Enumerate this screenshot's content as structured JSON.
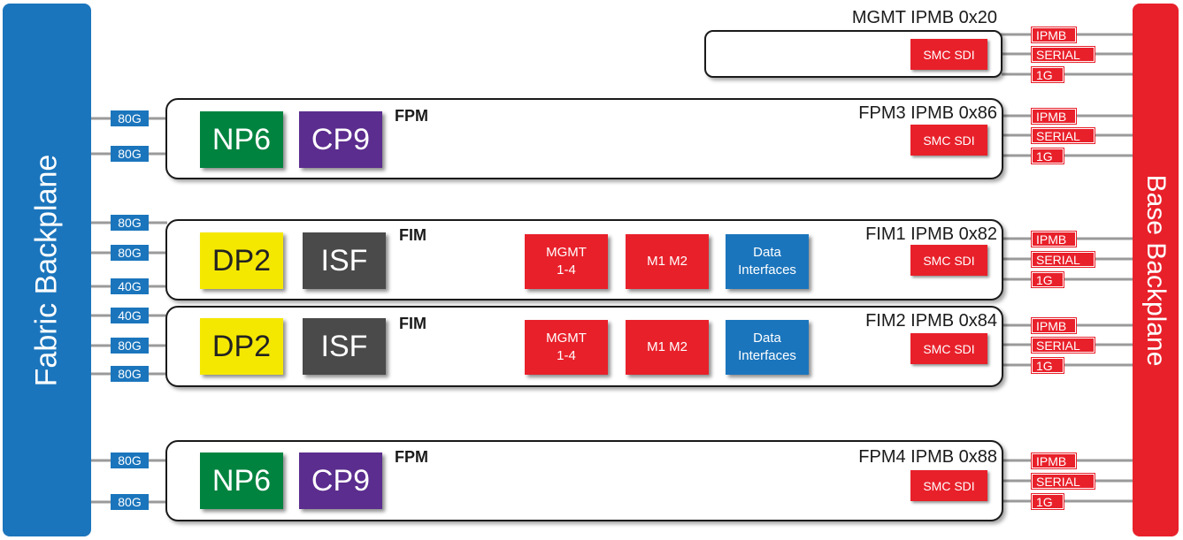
{
  "colors": {
    "fabric": "#1b75bc",
    "base": "#e8202a",
    "np6": "#00833f",
    "cp9": "#5b2d8e",
    "dp2": "#f5e800",
    "isf": "#4a4a4a",
    "red_chip": "#e8202a",
    "data_chip": "#1b75bc",
    "wire": "#9a9a9a"
  },
  "backplanes": {
    "fabric": "Fabric Backplane",
    "base": "Base Backplane"
  },
  "mgmt_module": {
    "title": "MGMT IPMB 0x20",
    "smc": "SMC SDI",
    "ports": [
      "IPMB",
      "SERIAL",
      "1G"
    ]
  },
  "fpm3": {
    "title": "FPM3 IPMB 0x86",
    "kind": "FPM",
    "chip1": "NP6",
    "chip2": "CP9",
    "smc": "SMC SDI",
    "fabric_ports": [
      "80G",
      "80G"
    ],
    "ports": [
      "IPMB",
      "SERIAL",
      "1G"
    ]
  },
  "fim1": {
    "title": "FIM1 IPMB 0x82",
    "kind": "FIM",
    "chip1": "DP2",
    "chip2": "ISF",
    "mgmt": "MGMT\n1-4",
    "m1m2": "M1 M2",
    "data": "Data\nInterfaces",
    "smc": "SMC SDI",
    "fabric_ports": [
      "80G",
      "80G",
      "40G"
    ],
    "ports": [
      "IPMB",
      "SERIAL",
      "1G"
    ]
  },
  "fim2": {
    "title": "FIM2 IPMB 0x84",
    "kind": "FIM",
    "chip1": "DP2",
    "chip2": "ISF",
    "mgmt": "MGMT\n1-4",
    "m1m2": "M1 M2",
    "data": "Data\nInterfaces",
    "smc": "SMC SDI",
    "fabric_ports": [
      "40G",
      "80G",
      "80G"
    ],
    "ports": [
      "IPMB",
      "SERIAL",
      "1G"
    ]
  },
  "fpm4": {
    "title": "FPM4 IPMB 0x88",
    "kind": "FPM",
    "chip1": "NP6",
    "chip2": "CP9",
    "smc": "SMC SDI",
    "fabric_ports": [
      "80G",
      "80G"
    ],
    "ports": [
      "IPMB",
      "SERIAL",
      "1G"
    ]
  }
}
